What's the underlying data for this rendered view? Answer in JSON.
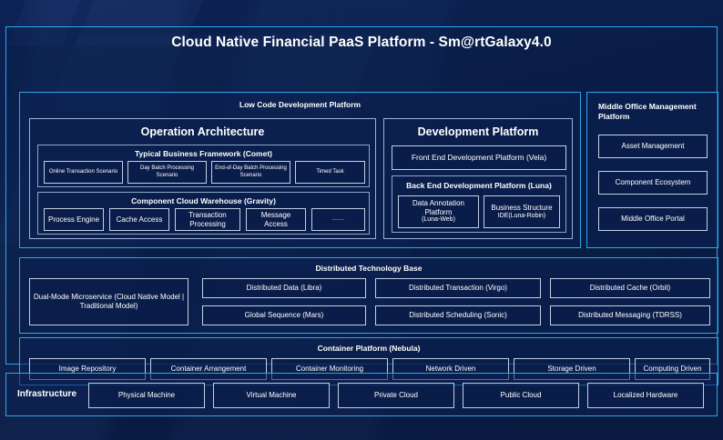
{
  "theme": {
    "background": "#0a1c45",
    "accent_border": "#29a8e8",
    "chip_border": "#c3cfe2",
    "group_border": "#9db2d1",
    "text": "#ffffff"
  },
  "title": "Cloud Native Financial PaaS Platform - Sm@rtGalaxy4.0",
  "low_code": {
    "title": "Low Code Development Platform",
    "operation_architecture": {
      "title": "Operation Architecture",
      "comet": {
        "title": "Typical Business Framework (Comet)",
        "items": [
          "Online Transaction Scenario",
          "Day Batch Processing Scenario",
          "End-of-Day Batch Processing Scenario",
          "Timed Task"
        ]
      },
      "gravity": {
        "title": "Component Cloud Warehouse (Gravity)",
        "items": [
          "Process Engine",
          "Cache Access",
          "Transaction Processing",
          "Message Access",
          "……"
        ]
      }
    },
    "development_platform": {
      "title": "Development Platform",
      "front_end": "Front End Development Platform (Vela)",
      "back_end": {
        "title": "Back End Development Platform (Luna)",
        "items": [
          {
            "main": "Data Annotation Platform",
            "sub": "(Luna-Web)"
          },
          {
            "main": "Business Structure",
            "sub": "IDE(Luna-Robin)"
          }
        ]
      }
    }
  },
  "middle_office": {
    "title": "Middle Office Management Platform",
    "items": [
      "Asset Management",
      "Component Ecosystem",
      "Middle Office Portal"
    ]
  },
  "distributed_technology_base": {
    "title": "Distributed Technology Base",
    "dual_mode": "Dual-Mode Microservice (Cloud Native Model | Traditional Model)",
    "columns": [
      {
        "top": "Distributed Data (Libra)",
        "bottom": "Global Sequence (Mars)"
      },
      {
        "top": "Distributed Transaction (Virgo)",
        "bottom": "Distributed Scheduling (Sonic)"
      },
      {
        "top": "Distributed Cache (Orbit)",
        "bottom": "Distributed Messaging (TDRSS)"
      }
    ]
  },
  "container_platform": {
    "title": "Container Platform (Nebula)",
    "items": [
      "Image Repository",
      "Container Arrangement",
      "Container Monitoring",
      "Network Driven",
      "Storage Driven",
      "Computing Driven"
    ]
  },
  "infrastructure": {
    "label": "Infrastructure",
    "items": [
      "Physical Machine",
      "Virtual Machine",
      "Private Cloud",
      "Public Cloud",
      "Localized Hardware"
    ]
  }
}
